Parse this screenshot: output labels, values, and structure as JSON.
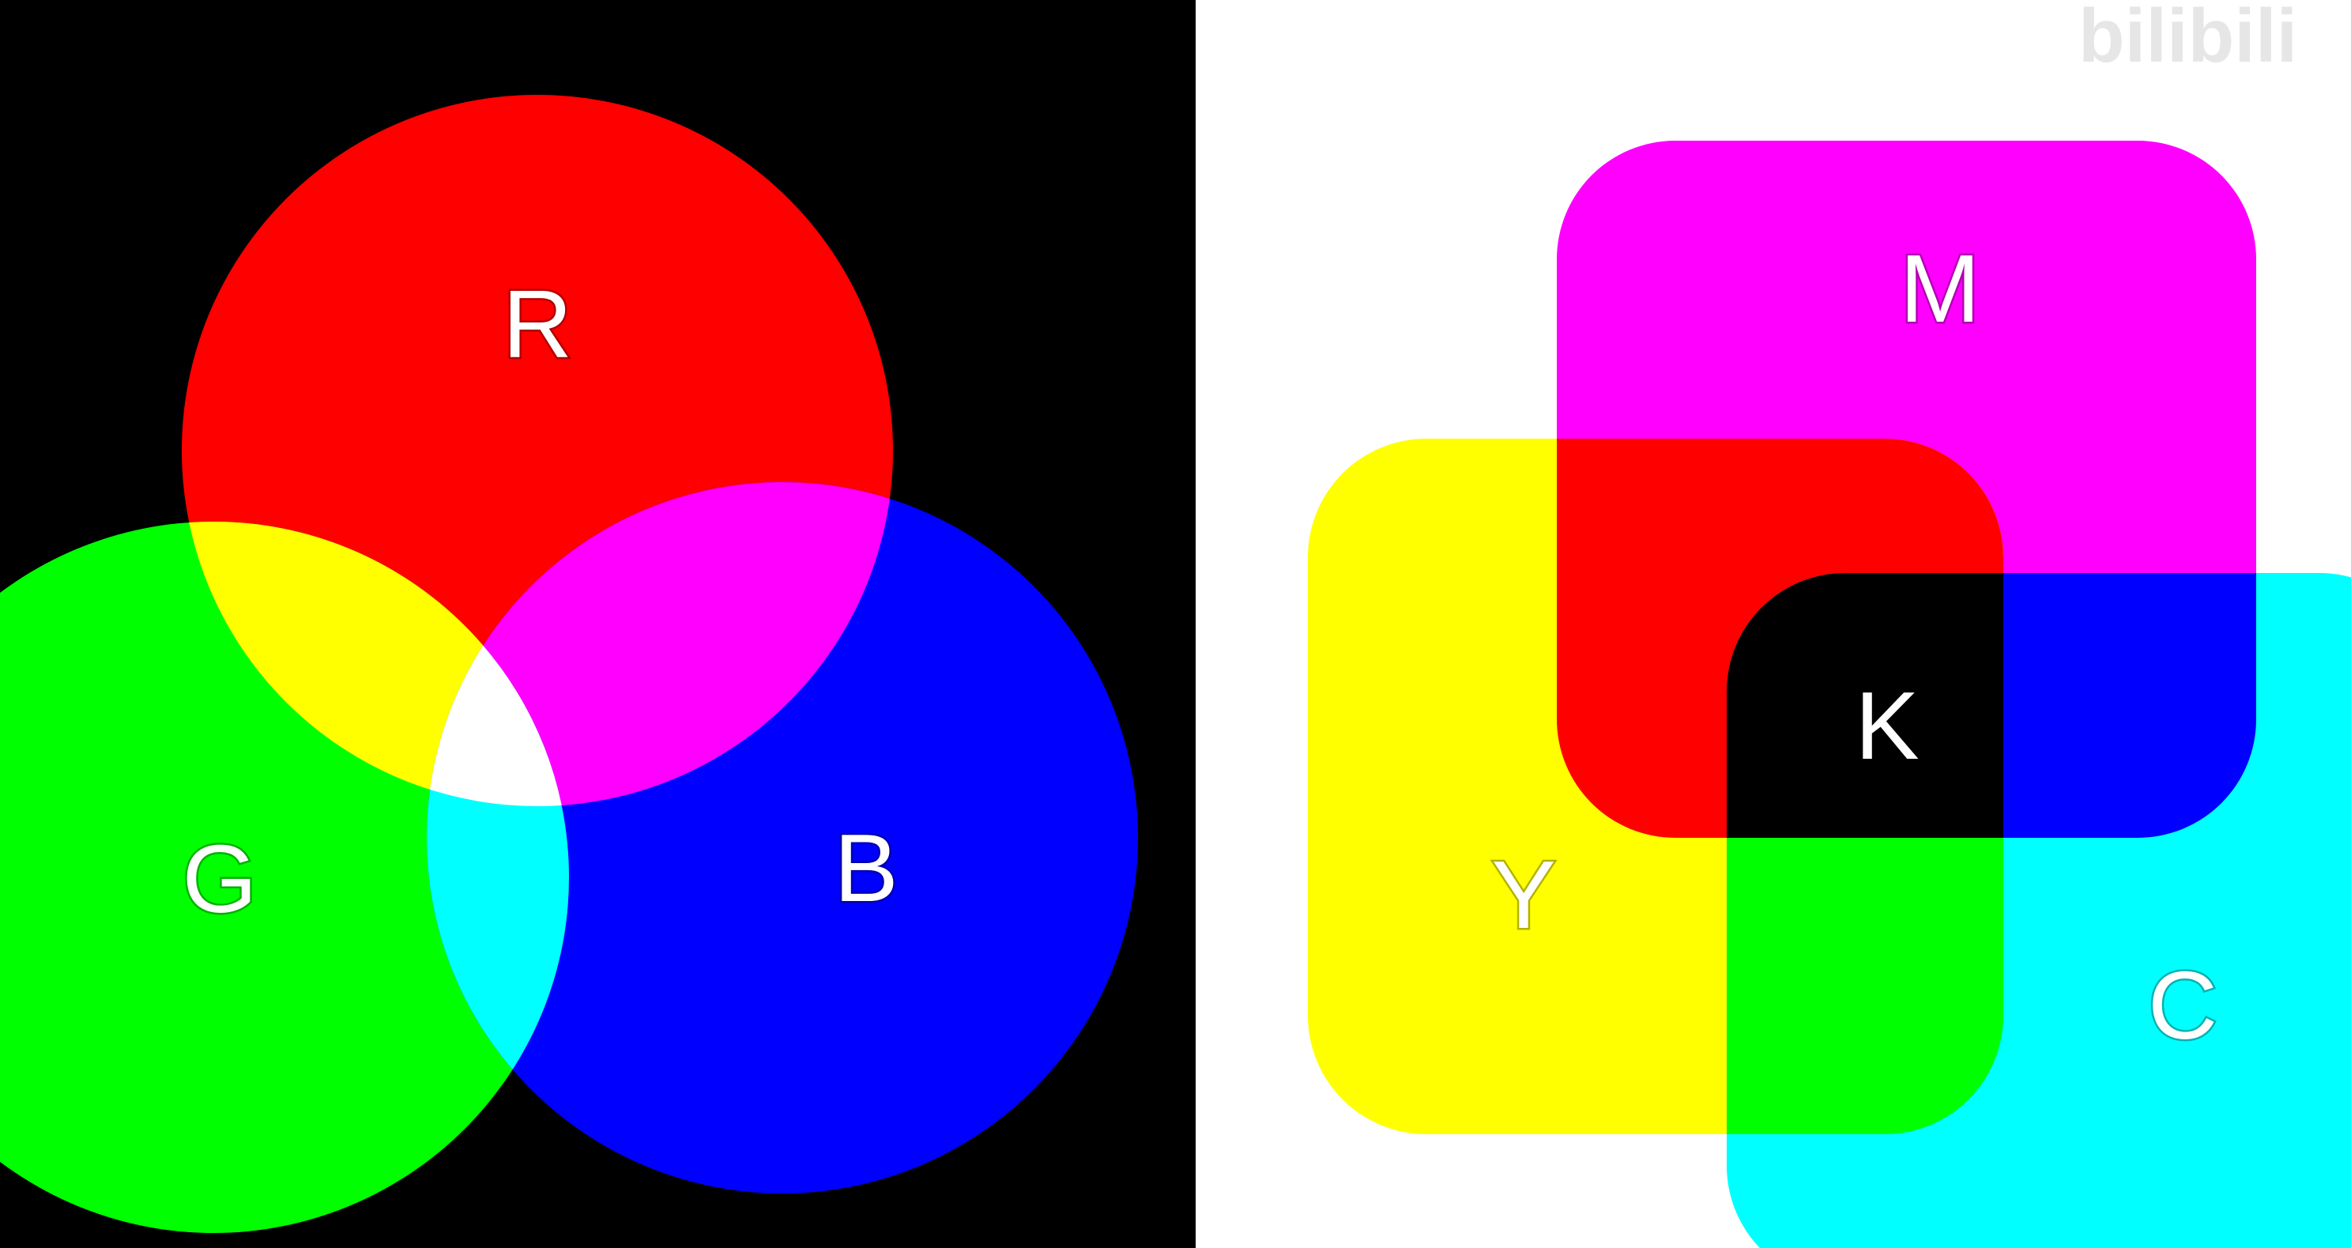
{
  "rgb_panel": {
    "background": "#000000",
    "circles": [
      {
        "label": "R",
        "color": "#ff0000"
      },
      {
        "label": "G",
        "color": "#00ff00"
      },
      {
        "label": "B",
        "color": "#0000ff"
      }
    ],
    "overlaps": [
      {
        "between": [
          "R",
          "G"
        ],
        "color": "#ffff00"
      },
      {
        "between": [
          "R",
          "B"
        ],
        "color": "#ff00ff"
      },
      {
        "between": [
          "G",
          "B"
        ],
        "color": "#00ffff"
      },
      {
        "between": [
          "R",
          "G",
          "B"
        ],
        "color": "#ffffff"
      }
    ]
  },
  "cmyk_panel": {
    "background": "#ffffff",
    "squares": [
      {
        "label": "M",
        "color": "#ff00ff"
      },
      {
        "label": "Y",
        "color": "#ffff00"
      },
      {
        "label": "C",
        "color": "#00ffff"
      }
    ],
    "overlaps": [
      {
        "between": [
          "M",
          "Y"
        ],
        "color": "#ff0000"
      },
      {
        "between": [
          "M",
          "C"
        ],
        "color": "#0000ff"
      },
      {
        "between": [
          "Y",
          "C"
        ],
        "color": "#00ff00"
      },
      {
        "between": [
          "M",
          "Y",
          "C"
        ],
        "color": "#000000",
        "label": "K"
      }
    ]
  },
  "watermark": {
    "logo_text": "bilibili"
  }
}
